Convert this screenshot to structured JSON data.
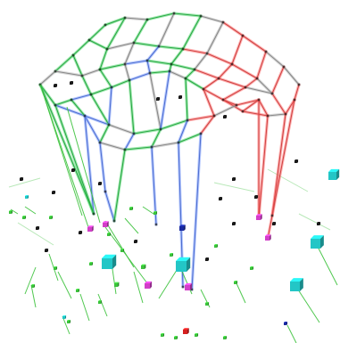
{
  "view": {
    "background": "#ffffff",
    "palette": {
      "mesh_green": "#2aa845",
      "mesh_blue": "#4f6fd0",
      "mesh_red": "#d04545",
      "mesh_outline": "#888888",
      "light_edge": "#b8e8b8",
      "stem": "#3cc23c",
      "cyan": "#23c6c6",
      "magenta": "#d23fc8",
      "navy": "#1a2aa0",
      "red": "#d62020",
      "dark": "#1a1a1a"
    },
    "objects": [
      {
        "name": "cage-wireframe",
        "kind": "polyhedral mesh",
        "colors": [
          "mesh_green",
          "mesh_blue",
          "mesh_red",
          "mesh_outline"
        ]
      },
      {
        "name": "cube-markers",
        "kind": "3d cubes",
        "colors": [
          "cyan",
          "magenta",
          "navy",
          "red",
          "dark"
        ]
      },
      {
        "name": "connector-lines",
        "kind": "stems",
        "colors": [
          "stem"
        ]
      }
    ]
  }
}
